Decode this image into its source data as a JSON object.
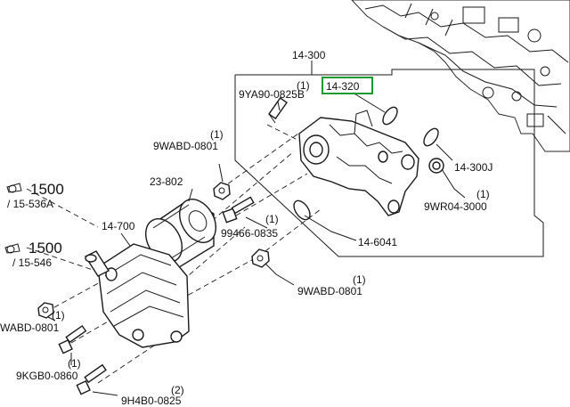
{
  "labels": {
    "assembly": "14-300",
    "oil_cooler_body": "14-320",
    "bolt_top": "9YA90-0825B",
    "bolt_top_qty": "(1)",
    "nut_upper": "9WABD-0801",
    "nut_upper_qty": "(1)",
    "filter": "23-802",
    "bolt_center": "99466-0835",
    "bolt_center_qty": "(1)",
    "oring_right": "14-300J",
    "washer": "9WR04-3000",
    "washer_qty": "(1)",
    "gasket": "14-6041",
    "nut_lower": "9WABD-0801",
    "nut_lower_qty": "(1)",
    "ref1_num": "1500",
    "ref1_sub": "/ 15-536A",
    "ref2_num": "1500",
    "ref2_sub": "/ 15-546",
    "cooler": "14-700",
    "nut_left": "WABD-0801",
    "nut_left_qty": "(1)",
    "bolt_left": "9KGB0-0860",
    "bolt_left_qty": "(1)",
    "bolt_bottom": "9H4B0-0825",
    "bolt_bottom_qty": "(2)"
  },
  "colors": {
    "highlight": "#1e9b2e",
    "line": "#1a1a1a"
  }
}
